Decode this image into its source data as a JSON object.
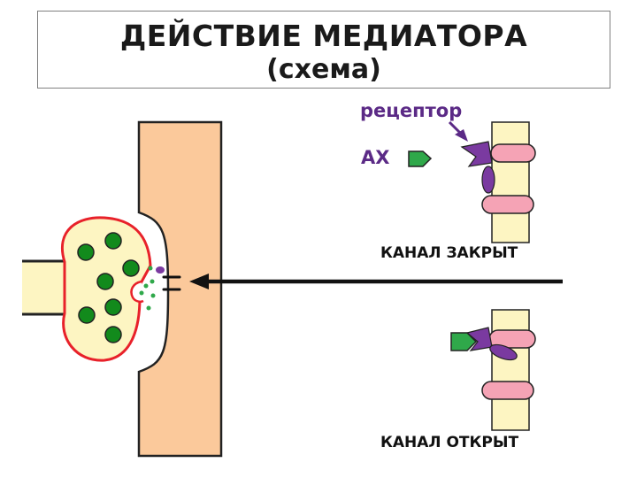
{
  "title": {
    "line1": "ДЕЙСТВИЕ МЕДИАТОРА",
    "line2": "(схема)"
  },
  "labels": {
    "receptor": "рецептор",
    "mediator": "АХ",
    "channel_closed": "КАНАЛ ЗАКРЫТ",
    "channel_open": "КАНАЛ ОТКРЫТ"
  },
  "colors": {
    "postsynaptic": "#fbc99b",
    "presynaptic": "#fdf5c2",
    "membrane_red": "#e8212a",
    "vesicle": "#128a1c",
    "mediator": "#2fa84a",
    "receptor": "#7a3aa0",
    "channel_pink": "#f5a3b5",
    "channel_yellow": "#fdf5c2"
  }
}
